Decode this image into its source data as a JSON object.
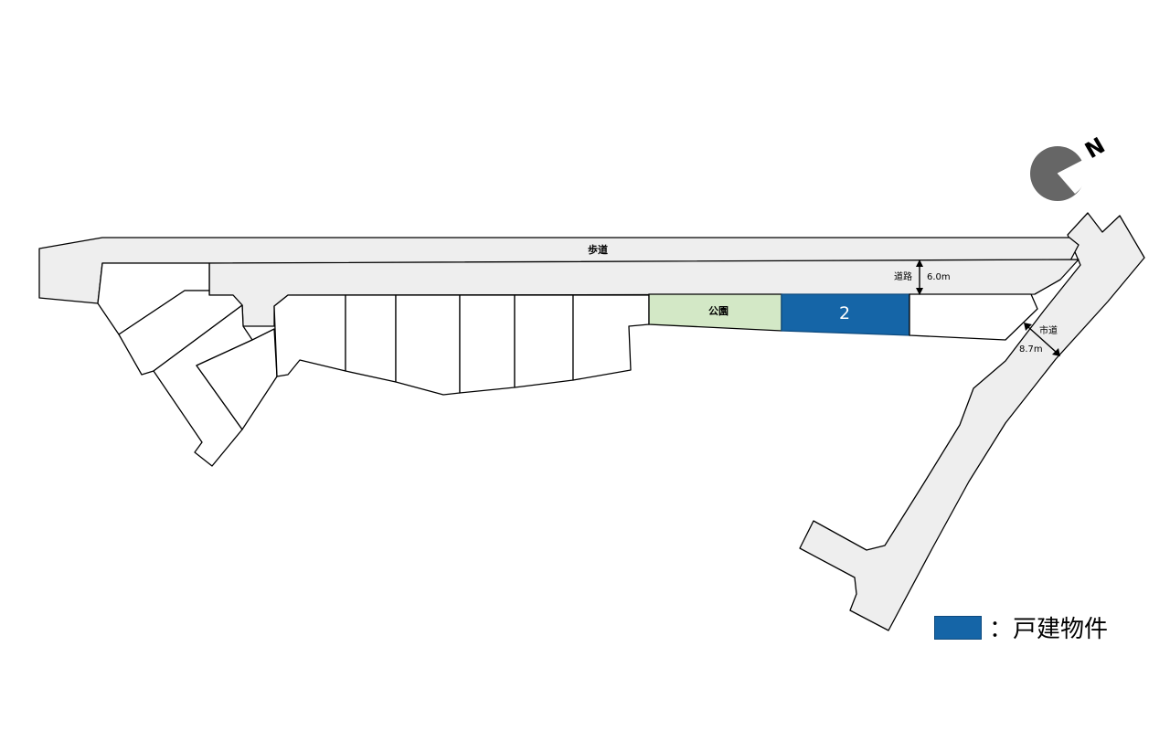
{
  "map": {
    "labels": {
      "sidewalk": "歩道",
      "road": "道路",
      "road_width": "6.0m",
      "city_road": "市道",
      "city_road_width": "8.7m",
      "park": "公園",
      "property_number": "2",
      "north": "N"
    },
    "colors": {
      "road": "#eeeeee",
      "park": "#d3e8c6",
      "property": "#1565a7",
      "lot": "#ffffff"
    }
  },
  "legend": {
    "separator": "：",
    "label": "戸建物件"
  }
}
